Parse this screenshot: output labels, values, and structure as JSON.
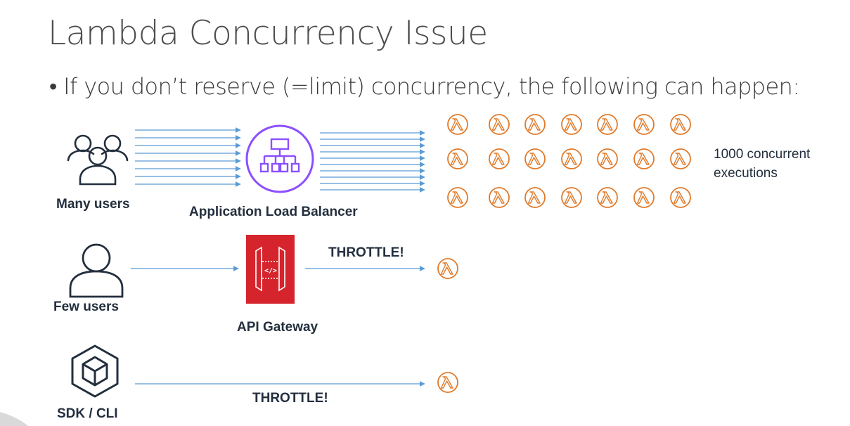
{
  "title": "Lambda Concurrency Issue",
  "bullet": "• If you don’t reserve (=limit) concurrency, the following can happen:",
  "labels": {
    "many_users": "Many users",
    "alb": "Application Load Balancer",
    "concurrent_line1": "1000 concurrent",
    "concurrent_line2": "executions",
    "few_users": "Few users",
    "api_gateway": "API Gateway",
    "throttle_api": "THROTTLE!",
    "sdk_cli": "SDK / CLI",
    "throttle_sdk": "THROTTLE!"
  },
  "icons": {
    "users_group": "users-group-icon",
    "single_user": "user-icon",
    "alb": "load-balancer-icon",
    "api_gateway": "api-gateway-icon",
    "sdk": "cube-icon",
    "lambda": "lambda-icon"
  },
  "colors": {
    "lambda": "#e07b2c",
    "alb": "#8c4fff",
    "api_gateway": "#d6242d",
    "arrow": "#5b9bd5",
    "text_dark": "#232f3e"
  }
}
